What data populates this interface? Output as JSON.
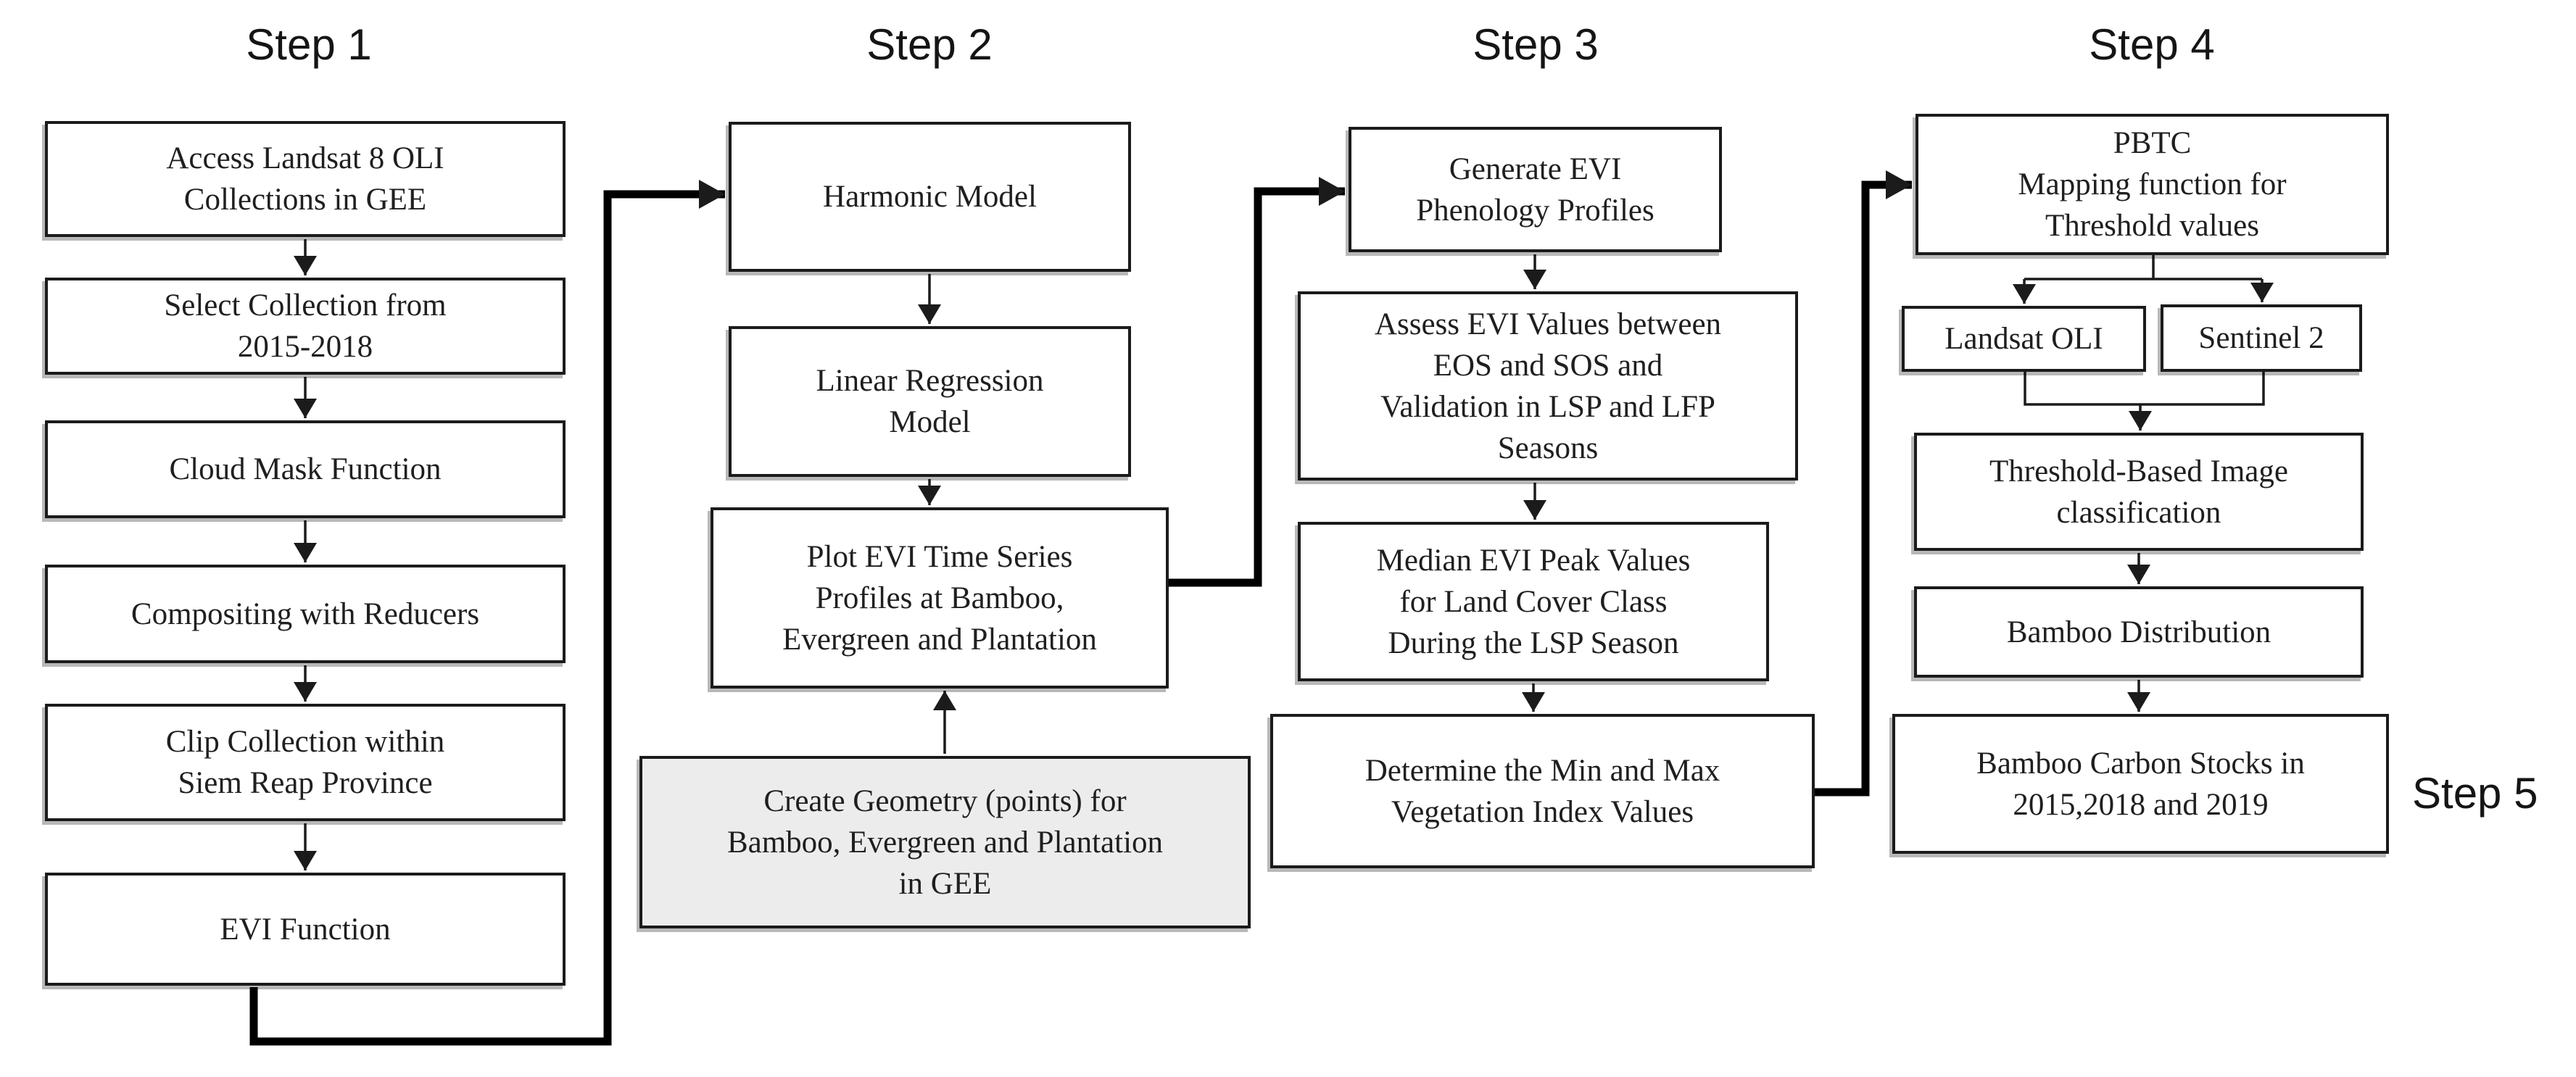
{
  "figure": {
    "type": "flowchart",
    "description": "Five-step methodology flowchart"
  },
  "titles": {
    "step1": "Step 1",
    "step2": "Step 2",
    "step3": "Step 3",
    "step4": "Step 4",
    "step5": "Step 5"
  },
  "boxes": {
    "access_landsat": "Access Landsat 8 OLI\nCollections in GEE",
    "select_collection": "Select Collection from\n2015-2018",
    "cloud_mask": "Cloud Mask Function",
    "compositing": "Compositing with Reducers",
    "clip_collection": "Clip Collection within\nSiem Reap Province",
    "evi_function": "EVI Function",
    "harmonic_model": "Harmonic Model",
    "linear_regression": "Linear Regression\nModel",
    "plot_evi": "Plot EVI Time Series\nProfiles at Bamboo,\nEvergreen and Plantation",
    "create_geometry": "Create Geometry (points) for\nBamboo, Evergreen and Plantation\nin GEE",
    "generate_evi": "Generate EVI\nPhenology Profiles",
    "assess_evi": "Assess EVI Values between\nEOS and SOS and\nValidation in LSP and LFP\nSeasons",
    "median_evi": "Median EVI Peak Values\nfor Land Cover Class\nDuring the LSP Season",
    "determine_minmax": "Determine the Min and Max\nVegetation Index Values",
    "pbtc": "PBTC\nMapping function for\nThreshold values",
    "landsat_oli": "Landsat OLI",
    "sentinel2": "Sentinel 2",
    "threshold_classification": "Threshold-Based Image\nclassification",
    "bamboo_distribution": "Bamboo Distribution",
    "bamboo_carbon": "Bamboo Carbon Stocks in\n2015,2018 and 2019"
  },
  "colors": {
    "box_border": "#1b1b1b",
    "box_fill": "#ffffff",
    "shaded_box_fill": "#ececec",
    "connector": "#000000",
    "text": "#1f1f1f"
  }
}
